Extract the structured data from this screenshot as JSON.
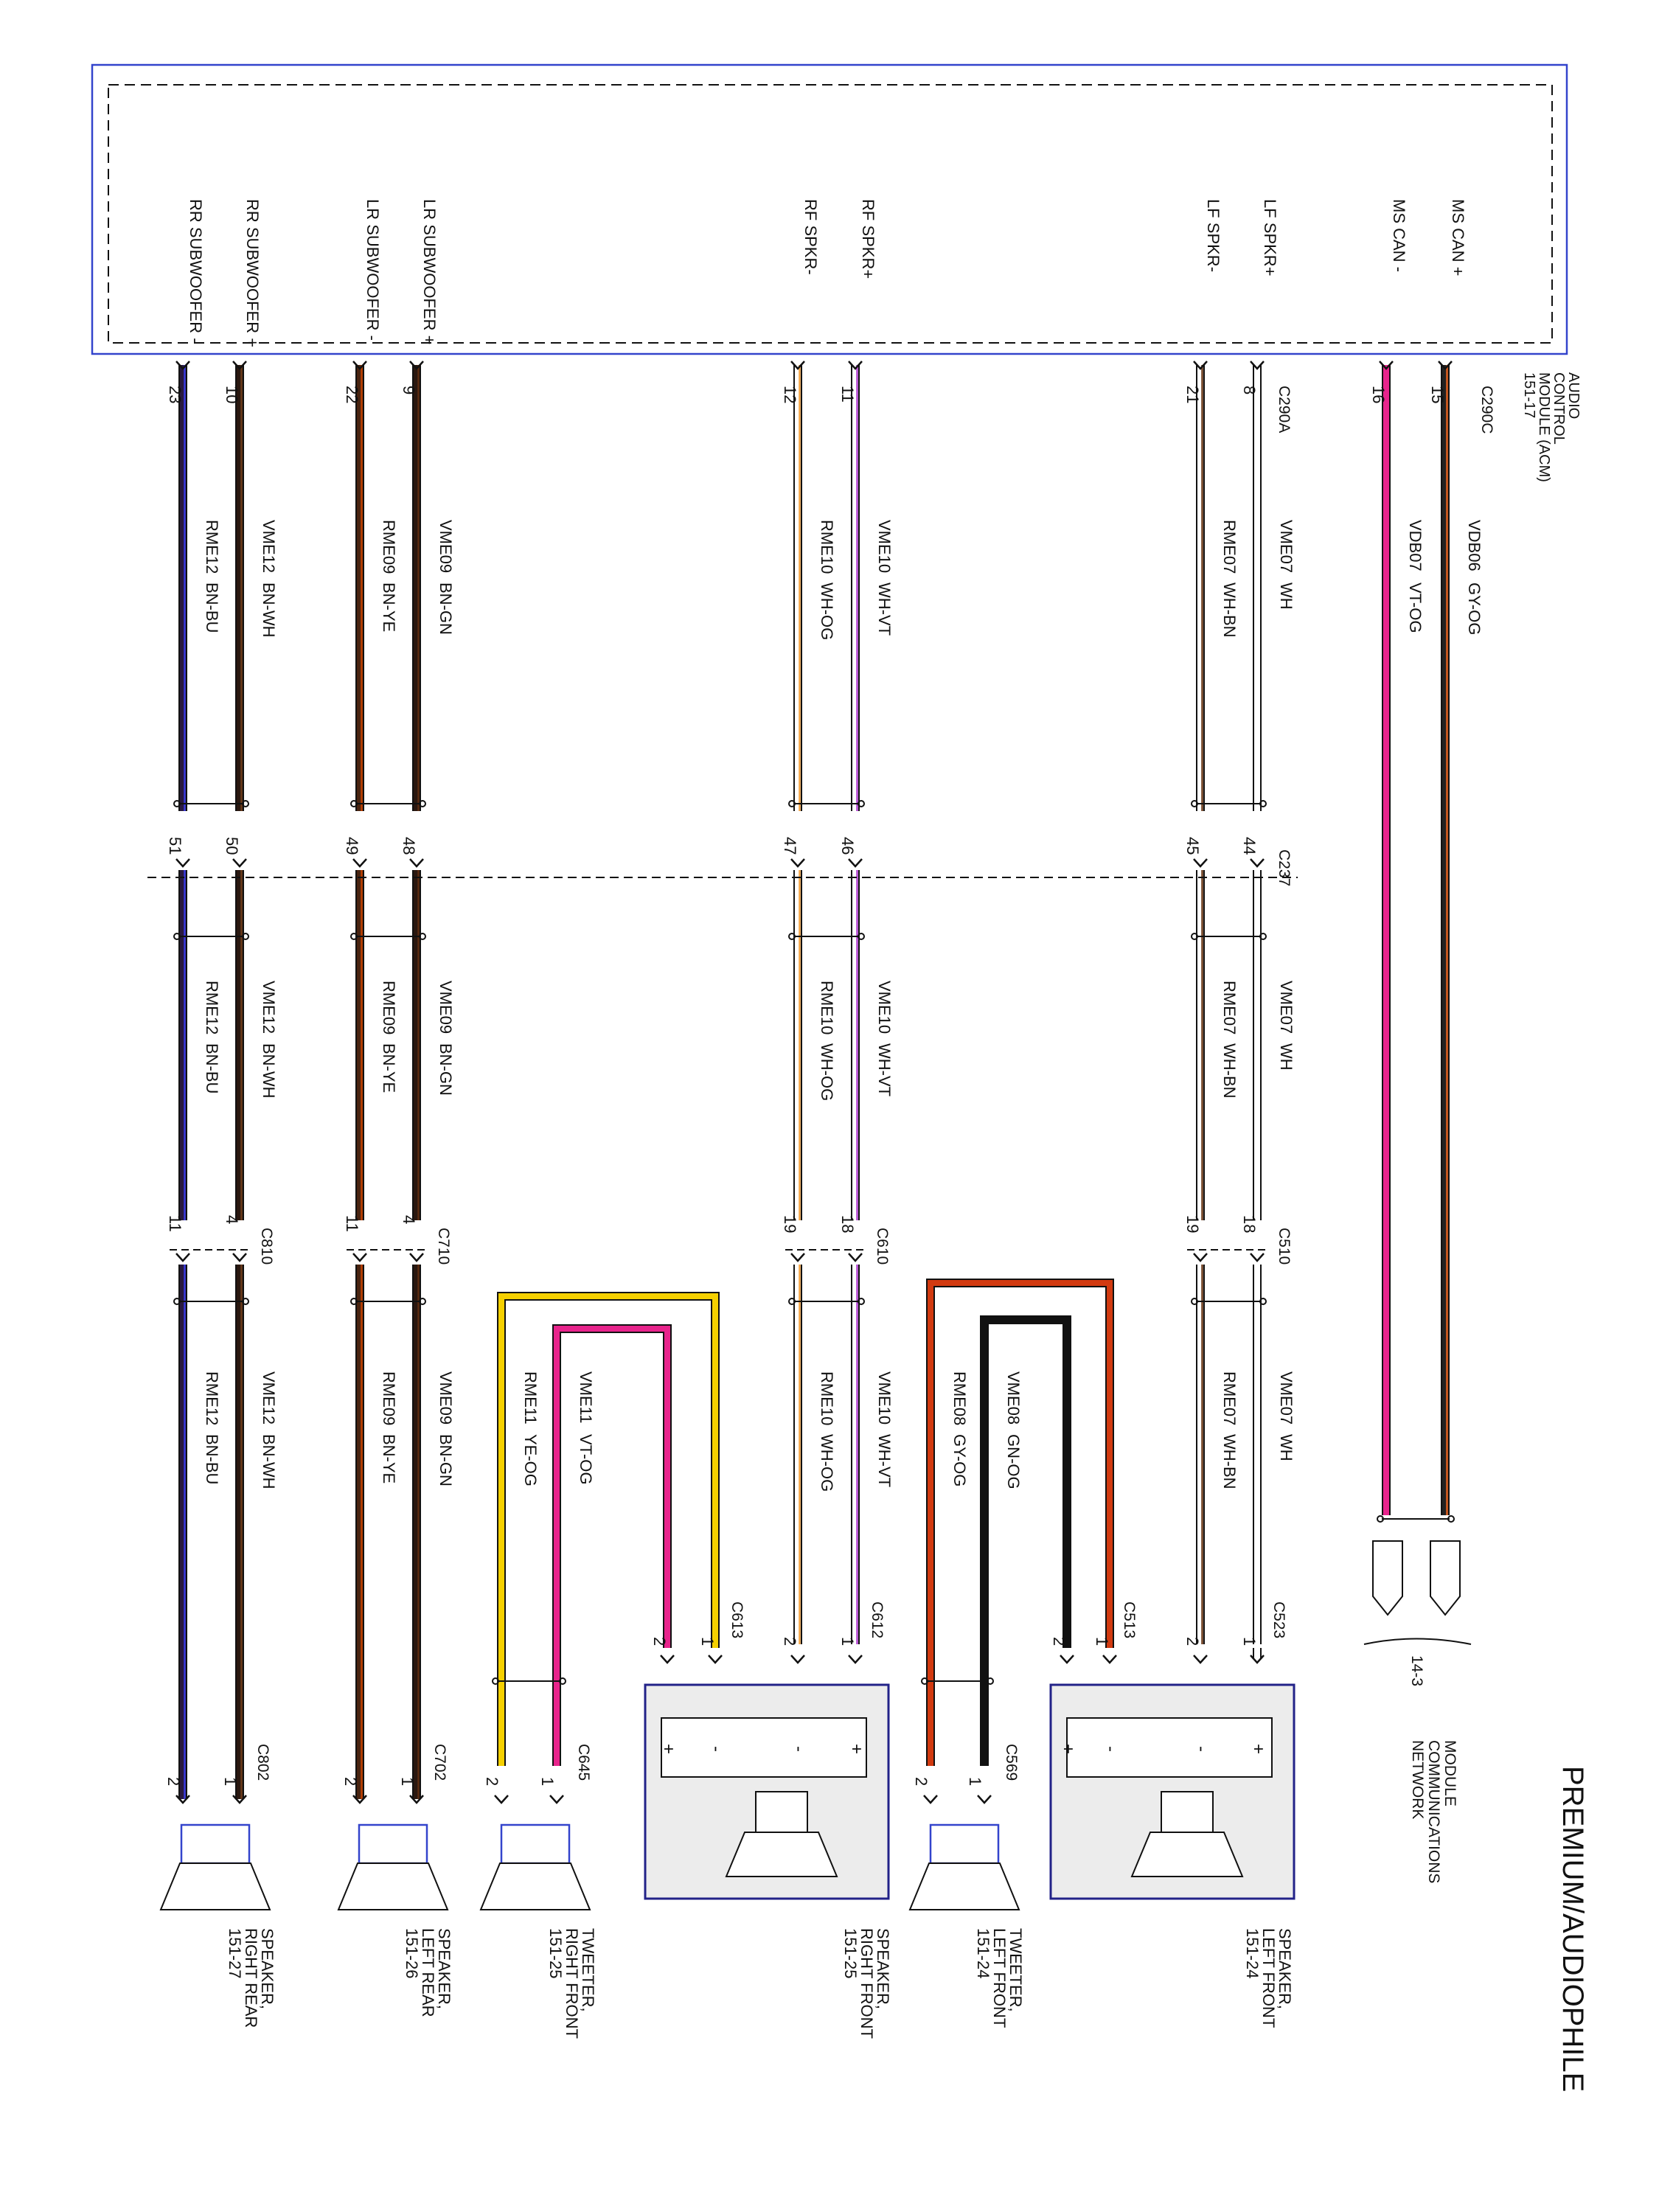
{
  "title": "PREMIUM/AUDIOPHILE",
  "module": {
    "name_lines": [
      "AUDIO",
      "CONTROL",
      "MODULE (ACM)",
      "151-17"
    ],
    "pins": [
      {
        "id": "ms_can_plus",
        "label": "MS CAN +"
      },
      {
        "id": "ms_can_minus",
        "label": "MS CAN -"
      },
      {
        "id": "lf_spkr_plus",
        "label": "LF SPKR+"
      },
      {
        "id": "lf_spkr_minus",
        "label": "LF SPKR-"
      },
      {
        "id": "rf_spkr_plus",
        "label": "RF SPKR+"
      },
      {
        "id": "rf_spkr_minus",
        "label": "RF SPKR-"
      },
      {
        "id": "lr_sub_plus",
        "label": "LR SUBWOOFER +"
      },
      {
        "id": "lr_sub_minus",
        "label": "LR SUBWOOFER -"
      },
      {
        "id": "rr_sub_plus",
        "label": "RR SUBWOOFER +"
      },
      {
        "id": "rr_sub_minus",
        "label": "RR SUBWOOFER -"
      }
    ]
  },
  "connectors": {
    "c290c": "C290C",
    "c290a": "C290A",
    "c237": "C237",
    "c510": "C510",
    "c610": "C610",
    "c710": "C710",
    "c810": "C810",
    "c523": "C523",
    "c612": "C612",
    "c513": "C513",
    "c613": "C613",
    "c569": "C569",
    "c645": "C645",
    "c702": "C702",
    "c802": "C802"
  },
  "network": {
    "ref": "14-3",
    "label_lines": [
      "MODULE",
      "COMMUNICATIONS",
      "NETWORK"
    ]
  },
  "pin_numbers": {
    "acm": [
      "15",
      "16",
      "8",
      "21",
      "11",
      "12",
      "9",
      "22",
      "10",
      "23"
    ],
    "c237": [
      "44",
      "45",
      "46",
      "47",
      "48",
      "49",
      "50",
      "51"
    ],
    "mid": [
      "18",
      "19",
      "18",
      "19",
      "4",
      "11",
      "4",
      "11"
    ],
    "dev": [
      "1",
      "2",
      "1",
      "2",
      "1",
      "2",
      "1",
      "2",
      "1",
      "2",
      "1",
      "2",
      "1",
      "2",
      "1",
      "2"
    ]
  },
  "wires": [
    {
      "id": "w1",
      "circuit": "VDB06",
      "color": "GY-OG",
      "stroke": "#222222",
      "accent": "#e06020"
    },
    {
      "id": "w2",
      "circuit": "VDB07",
      "color": "VT-OG",
      "stroke": "#e8248c",
      "accent": "#e8248c"
    },
    {
      "id": "w3",
      "circuit": "VME07",
      "color": "WH",
      "stroke": "#ffffff",
      "accent": "#ffffff"
    },
    {
      "id": "w4",
      "circuit": "RME07",
      "color": "WH-BN",
      "stroke": "#ffffff",
      "accent": "#6b3a1a"
    },
    {
      "id": "w5",
      "circuit": "VME08",
      "color": "GN-OG",
      "stroke": "#111111",
      "accent": "#e87020"
    },
    {
      "id": "w6",
      "circuit": "RME08",
      "color": "GY-OG",
      "stroke": "#d23a10",
      "accent": "#e87020"
    },
    {
      "id": "w7",
      "circuit": "VME10",
      "color": "WH-VT",
      "stroke": "#ffffff",
      "accent": "#b040d0"
    },
    {
      "id": "w8",
      "circuit": "RME10",
      "color": "WH-OG",
      "stroke": "#ffffff",
      "accent": "#f0a040"
    },
    {
      "id": "w9",
      "circuit": "VME11",
      "color": "VT-OG",
      "stroke": "#e8248c",
      "accent": "#e8248c"
    },
    {
      "id": "w10",
      "circuit": "RME11",
      "color": "YE-OG",
      "stroke": "#f5d000",
      "accent": "#f5d000"
    },
    {
      "id": "w11",
      "circuit": "VME09",
      "color": "BN-GN",
      "stroke": "#2a1810",
      "accent": "#5a2a10"
    },
    {
      "id": "w12",
      "circuit": "RME09",
      "color": "BN-YE",
      "stroke": "#4a2410",
      "accent": "#c04000"
    },
    {
      "id": "w13",
      "circuit": "VME12",
      "color": "BN-WH",
      "stroke": "#2a1810",
      "accent": "#6b3a1a"
    },
    {
      "id": "w14",
      "circuit": "RME12",
      "color": "BN-BU",
      "stroke": "#2a1a40",
      "accent": "#3a3ae0"
    }
  ],
  "devices": [
    {
      "id": "spk_lf",
      "lines": [
        "SPEAKER,",
        "LEFT FRONT",
        "151-24"
      ]
    },
    {
      "id": "tw_lf",
      "lines": [
        "TWEETER,",
        "LEFT FRONT",
        "151-24"
      ]
    },
    {
      "id": "spk_rf",
      "lines": [
        "SPEAKER,",
        "RIGHT FRONT",
        "151-25"
      ]
    },
    {
      "id": "tw_rf",
      "lines": [
        "TWEETER,",
        "RIGHT FRONT",
        "151-25"
      ]
    },
    {
      "id": "spk_lr",
      "lines": [
        "SPEAKER,",
        "LEFT REAR",
        "151-26"
      ]
    },
    {
      "id": "spk_rr",
      "lines": [
        "SPEAKER,",
        "RIGHT REAR",
        "151-27"
      ]
    }
  ],
  "terminal_marks": {
    "plus": "+",
    "minus": "-"
  }
}
